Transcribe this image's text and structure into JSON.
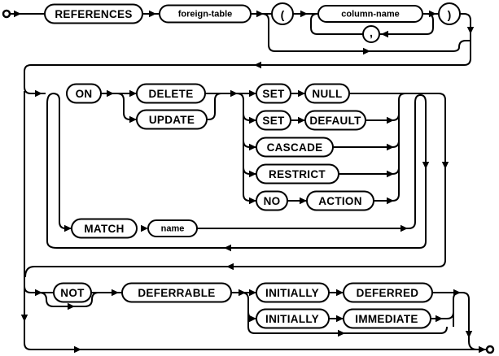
{
  "diagram": {
    "kind": "railroad-syntax-diagram",
    "nodes": {
      "references": "REFERENCES",
      "foreign_table": "foreign-table",
      "lparen": "(",
      "column_name": "column-name",
      "comma": ",",
      "rparen": ")",
      "on": "ON",
      "delete": "DELETE",
      "update": "UPDATE",
      "set_1": "SET",
      "null": "NULL",
      "set_2": "SET",
      "default": "DEFAULT",
      "cascade": "CASCADE",
      "restrict": "RESTRICT",
      "no": "NO",
      "action": "ACTION",
      "match": "MATCH",
      "name": "name",
      "not": "NOT",
      "deferrable": "DEFERRABLE",
      "initially_1": "INITIALLY",
      "deferred": "DEFERRED",
      "initially_2": "INITIALLY",
      "immediate": "IMMEDIATE"
    }
  }
}
